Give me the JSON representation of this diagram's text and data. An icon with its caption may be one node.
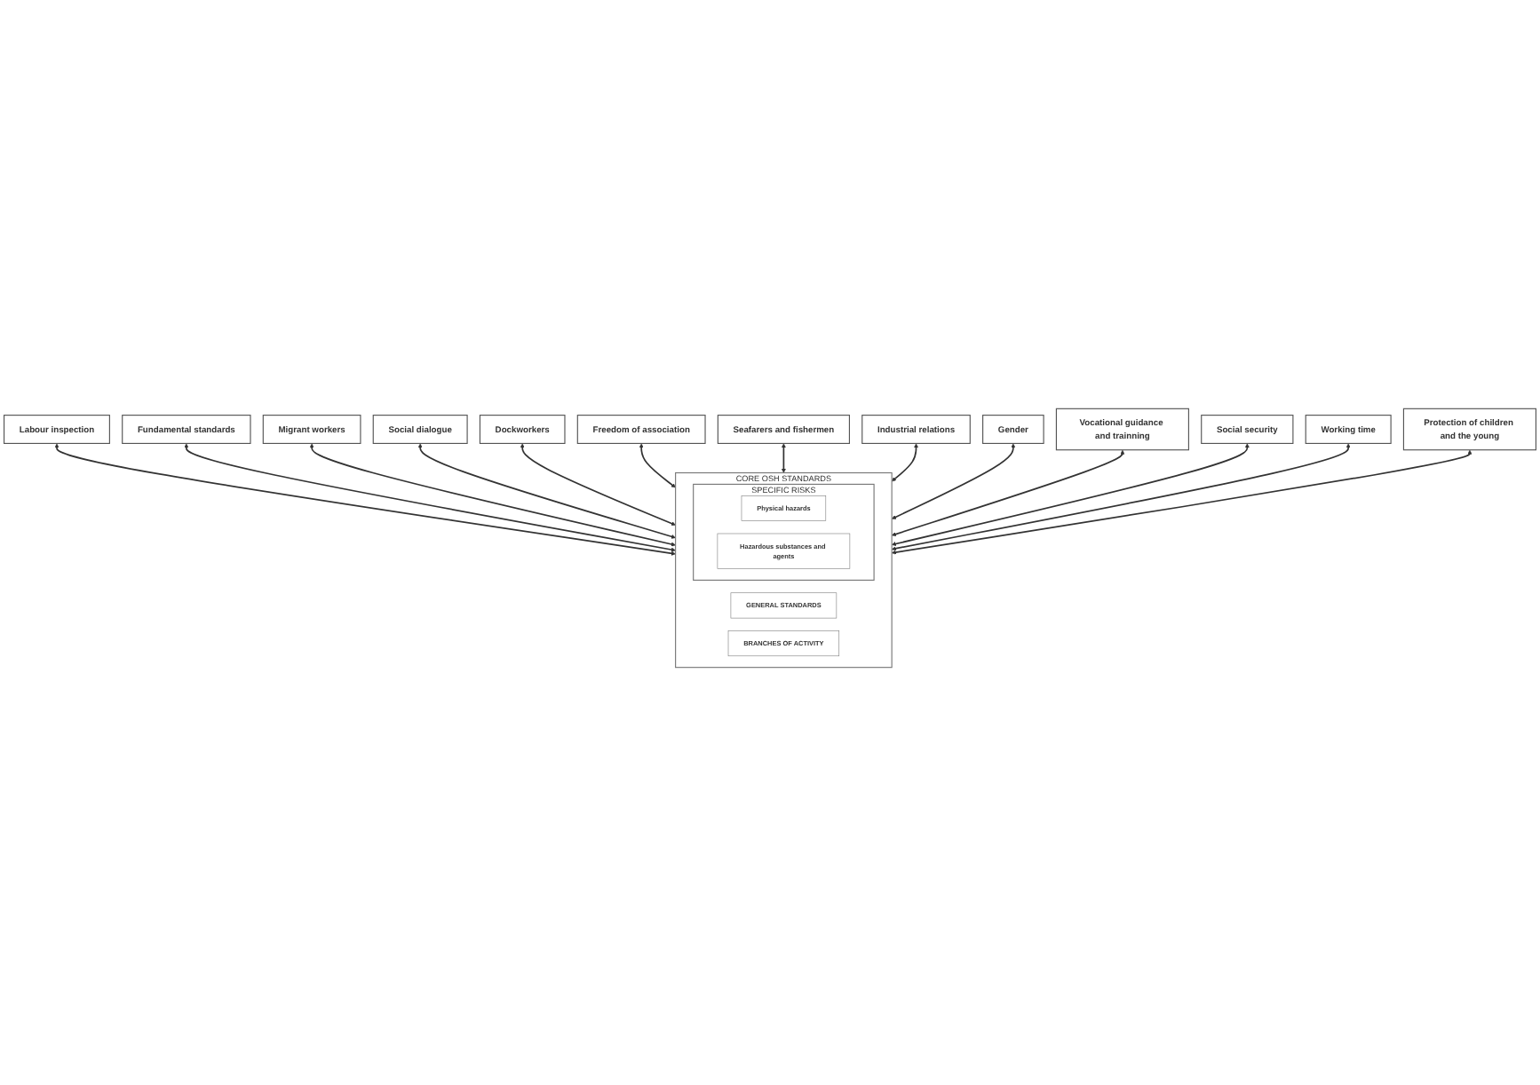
{
  "diagram": {
    "nodes": [
      {
        "text": [
          "CORE OSH STANDARDS"
        ]
      },
      {
        "text": [
          "GENERAL STANDARDS"
        ],
        "in": 0
      },
      {
        "text": [
          "SPECIFIC RISKS"
        ],
        "in": 0
      },
      {
        "text": [
          "Physical hazards"
        ],
        "in": 2
      },
      {
        "text": [
          "Hazardous substances and agents"
        ],
        "in": 2
      },
      {
        "text": [
          "BRANCHES OF ACTIVITY"
        ],
        "in": 0
      },
      {
        "text": [
          "Labour inspection"
        ]
      },
      {
        "text": [
          "Fundamental standards"
        ]
      },
      {
        "text": [
          "Migrant workers"
        ]
      },
      {
        "text": [
          "Social dialogue"
        ]
      },
      {
        "text": [
          "Dockworkers"
        ]
      },
      {
        "text": [
          "Freedom of association"
        ]
      },
      {
        "text": [
          "Seafarers and fishermen"
        ]
      },
      {
        "text": [
          "Industrial relations"
        ]
      },
      {
        "text": [
          "Gender"
        ]
      },
      {
        "text": [
          "Vocational guidance and trainning"
        ]
      },
      {
        "text": [
          "Social security"
        ]
      },
      {
        "text": [
          "Working time"
        ]
      },
      {
        "text": [
          "Protection of children and the young"
        ]
      }
    ],
    "edges": [
      {
        "from": 6,
        "to": 0,
        "arrow": "both"
      },
      {
        "from": 7,
        "to": 0,
        "arrow": "both"
      },
      {
        "from": 8,
        "to": 0,
        "arrow": "both"
      },
      {
        "from": 9,
        "to": 0,
        "arrow": "both"
      },
      {
        "from": 10,
        "to": 0,
        "arrow": "both"
      },
      {
        "from": 11,
        "to": 0,
        "arrow": "both"
      },
      {
        "from": 12,
        "to": 0,
        "arrow": "both"
      },
      {
        "from": 13,
        "to": 0,
        "arrow": "both"
      },
      {
        "from": 14,
        "to": 0,
        "arrow": "both"
      },
      {
        "from": 15,
        "to": 0,
        "arrow": "both"
      },
      {
        "from": 16,
        "to": 0,
        "arrow": "both"
      },
      {
        "from": 17,
        "to": 0,
        "arrow": "both"
      },
      {
        "from": 18,
        "to": 0,
        "arrow": "both"
      }
    ]
  }
}
